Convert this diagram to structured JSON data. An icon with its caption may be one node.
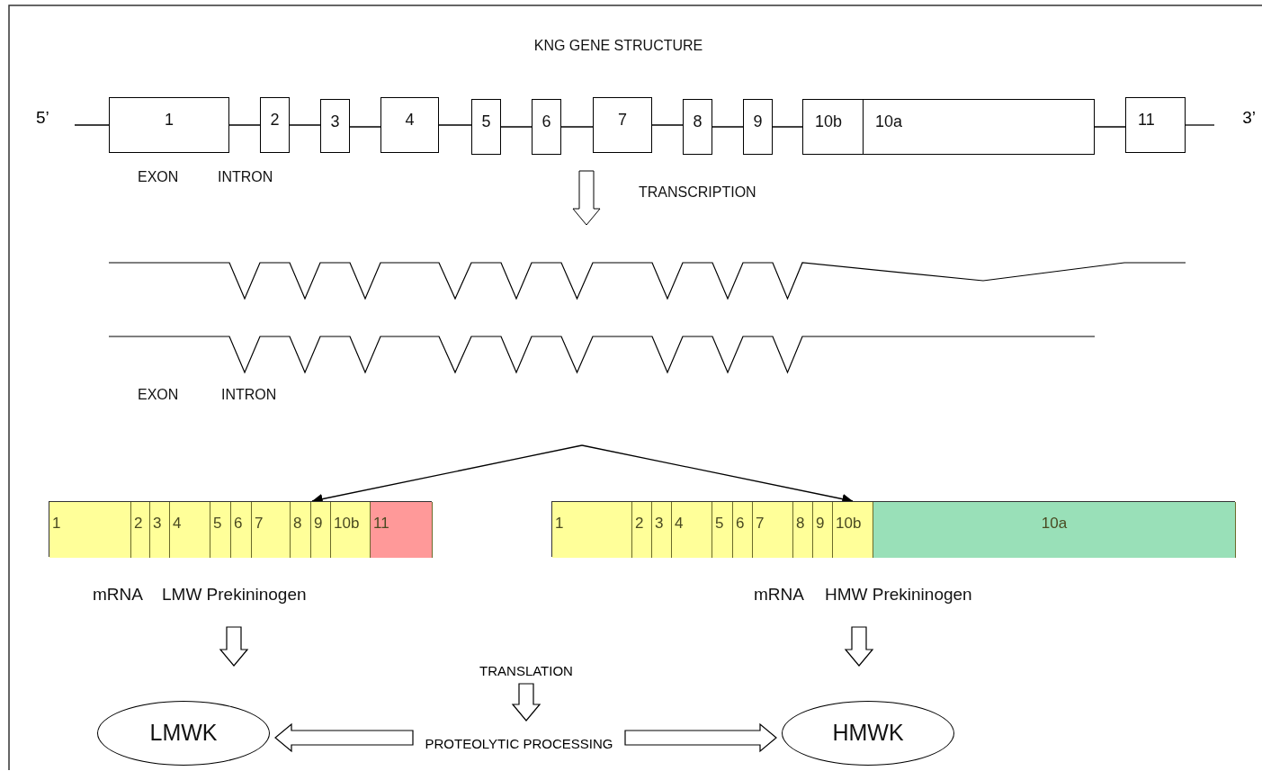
{
  "diagram": {
    "title": "KNG GENE STRUCTURE",
    "nodes": [
      {
        "text": [
          "5’"
        ]
      },
      {
        "text": [
          "1"
        ]
      },
      {
        "text": [
          "2"
        ]
      },
      {
        "text": [
          "3"
        ]
      },
      {
        "text": [
          "4"
        ]
      },
      {
        "text": [
          "5"
        ]
      },
      {
        "text": [
          "6"
        ]
      },
      {
        "text": [
          "7"
        ]
      },
      {
        "text": [
          "8"
        ]
      },
      {
        "text": [
          "9"
        ]
      },
      {
        "text": [
          "10b"
        ]
      },
      {
        "text": [
          "10a"
        ]
      },
      {
        "text": [
          "11"
        ]
      },
      {
        "text": [
          "3’"
        ]
      },
      {
        "text": [],
        "shape": "bar",
        "beside": [
          "mRNA",
          "LMW Prekininogen"
        ]
      },
      {
        "text": [
          "1"
        ],
        "in": 14
      },
      {
        "text": [
          "2"
        ],
        "in": 14
      },
      {
        "text": [
          "3"
        ],
        "in": 14
      },
      {
        "text": [
          "4"
        ],
        "in": 14
      },
      {
        "text": [
          "5"
        ],
        "in": 14
      },
      {
        "text": [
          "6"
        ],
        "in": 14
      },
      {
        "text": [
          "7"
        ],
        "in": 14
      },
      {
        "text": [
          "8"
        ],
        "in": 14
      },
      {
        "text": [
          "9"
        ],
        "in": 14
      },
      {
        "text": [
          "10b"
        ],
        "in": 14
      },
      {
        "text": [
          "11"
        ],
        "in": 14
      },
      {
        "text": [],
        "shape": "bar",
        "beside": [
          "mRNA",
          "HMW Prekininogen"
        ]
      },
      {
        "text": [
          "1"
        ],
        "in": 26
      },
      {
        "text": [
          "2"
        ],
        "in": 26
      },
      {
        "text": [
          "3"
        ],
        "in": 26
      },
      {
        "text": [
          "4"
        ],
        "in": 26
      },
      {
        "text": [
          "5"
        ],
        "in": 26
      },
      {
        "text": [
          "6"
        ],
        "in": 26
      },
      {
        "text": [
          "7"
        ],
        "in": 26
      },
      {
        "text": [
          "8"
        ],
        "in": 26
      },
      {
        "text": [
          "9"
        ],
        "in": 26
      },
      {
        "text": [
          "10b"
        ],
        "in": 26
      },
      {
        "text": [
          "10a"
        ],
        "in": 26
      },
      {
        "text": [
          "TRANSLATION"
        ]
      },
      {
        "text": [
          "LMWK"
        ]
      },
      {
        "text": [
          "PROTEOLYTIC PROCESSING"
        ]
      },
      {
        "text": [
          "HMWK"
        ]
      }
    ],
    "edges": [
      {
        "from": 0,
        "to": 1,
        "arrow": "none"
      },
      {
        "from": 1,
        "to": 2,
        "arrow": "none"
      },
      {
        "from": 2,
        "to": 3,
        "arrow": "none"
      },
      {
        "from": 3,
        "to": 4,
        "arrow": "none"
      },
      {
        "from": 4,
        "to": 5,
        "arrow": "none"
      },
      {
        "from": 5,
        "to": 6,
        "arrow": "none"
      },
      {
        "from": 6,
        "to": 7,
        "arrow": "none"
      },
      {
        "from": 7,
        "to": 8,
        "arrow": "none"
      },
      {
        "from": 8,
        "to": 9,
        "arrow": "none"
      },
      {
        "from": 9,
        "to": 10,
        "arrow": "none"
      },
      {
        "from": 11,
        "to": 12,
        "arrow": "none"
      },
      {
        "from": 12,
        "to": 13,
        "arrow": "none"
      },
      {
        "from": null,
        "to": 14,
        "arrow": "to"
      },
      {
        "from": null,
        "to": 26,
        "arrow": "to"
      },
      {
        "from": 14,
        "to": 39,
        "arrow": "to",
        "style": "thick"
      },
      {
        "from": 26,
        "to": 41,
        "arrow": "to",
        "style": "thick"
      },
      {
        "from": 38,
        "to": 40,
        "arrow": "to",
        "style": "thick"
      },
      {
        "from": 40,
        "to": 39,
        "arrow": "to",
        "style": "thick"
      },
      {
        "from": 40,
        "to": 41,
        "arrow": "to",
        "style": "thick"
      }
    ],
    "labels": [
      "EXON",
      "INTRON",
      "TRANSCRIPTION",
      "EXON",
      "INTRON"
    ]
  }
}
